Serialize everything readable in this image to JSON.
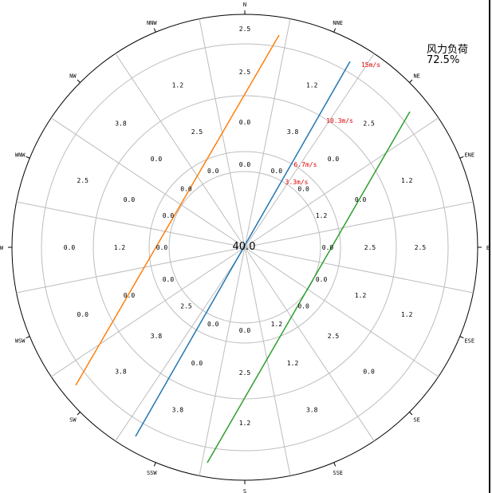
{
  "chart_data": {
    "type": "polar",
    "center_label": "40.0",
    "directions": [
      "N",
      "NNE",
      "NE",
      "ENE",
      "E",
      "ESE",
      "SE",
      "SSE",
      "S",
      "SSW",
      "SW",
      "WSW",
      "W",
      "WNW",
      "NW",
      "NNW"
    ],
    "ring_labels": [
      "3.3m/s",
      "6.7m/s",
      "10.3m/s",
      "15m/s"
    ],
    "ring_label_color": "#e00000",
    "legend": {
      "label": "风力负荷",
      "value": "72.5%"
    },
    "cells": [
      [
        "0.0",
        "0.0",
        "2.5",
        "2.5"
      ],
      [
        "0.0",
        "3.8",
        "1.2"
      ],
      [
        "0.0",
        "0.0",
        "2.5"
      ],
      [
        "1.2",
        "0.0",
        "1.2"
      ],
      [
        "0.0",
        "2.5",
        "2.5"
      ],
      [
        "0.0",
        "1.2",
        "1.2"
      ],
      [
        "0.0",
        "2.5",
        "0.0"
      ],
      [
        "1.2",
        "1.2",
        "3.8"
      ],
      [
        "0.0",
        "2.5",
        "1.2"
      ],
      [
        "0.0",
        "0.0",
        "3.8"
      ],
      [
        "2.5",
        "3.8",
        "3.8"
      ],
      [
        "0.0",
        "0.0",
        "0.0"
      ],
      [
        "0.0",
        "1.2",
        "0.0"
      ],
      [
        "0.0",
        "0.0",
        "2.5"
      ],
      [
        "0.0",
        "0.0",
        "3.8"
      ],
      [
        "0.0",
        "2.5",
        "1.2"
      ]
    ],
    "lines": [
      {
        "color": "#ff7f0e"
      },
      {
        "color": "#1f77b4"
      },
      {
        "color": "#2ca02c"
      }
    ]
  }
}
